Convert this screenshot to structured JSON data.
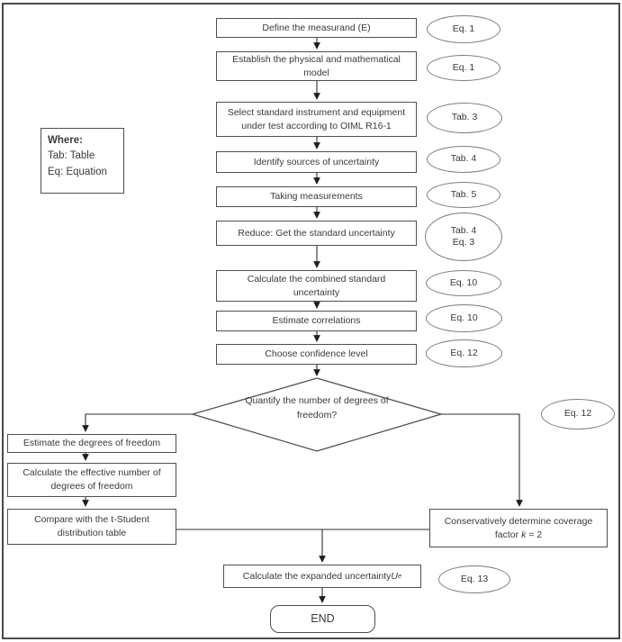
{
  "legend": {
    "title": "Where:",
    "line1": "Tab: Table",
    "line2": "Eq: Equation"
  },
  "main_steps": [
    {
      "label": "Define the measurand (E)"
    },
    {
      "label": "Establish the physical and mathematical model"
    },
    {
      "label": "Select standard instrument and equipment under test according to OIML R16-1"
    },
    {
      "label": "Identify sources of uncertainty"
    },
    {
      "label": "Taking measurements"
    },
    {
      "label": "Reduce: Get the standard uncertainty"
    },
    {
      "label": "Calculate the combined standard uncertainty"
    },
    {
      "label": "Estimate correlations"
    },
    {
      "label": "Choose confidence level"
    }
  ],
  "decision": {
    "label": "Quantify the number of degrees of freedom?"
  },
  "left_steps": [
    {
      "label": "Estimate the degrees of freedom"
    },
    {
      "label": "Calculate the effective number of degrees of freedom"
    },
    {
      "label": "Compare with the t-Student distribution table"
    }
  ],
  "right_step": {
    "line1": "Conservatively determine coverage",
    "line2_pre": "factor ",
    "line2_var": "k",
    "line2_post": " = 2"
  },
  "expanded_step": {
    "pre": "Calculate the expanded uncertainty ",
    "var": "U",
    "sub": "e"
  },
  "end": {
    "label": "END"
  },
  "refs": [
    {
      "label": "Eq. 1"
    },
    {
      "label": "Eq. 1"
    },
    {
      "label": "Tab. 3"
    },
    {
      "label": "Tab. 4"
    },
    {
      "label": "Tab. 5"
    },
    {
      "line1": "Tab. 4",
      "line2": "Eq. 3"
    },
    {
      "label": "Eq. 10"
    },
    {
      "label": "Eq. 10"
    },
    {
      "label": "Eq. 12"
    },
    {
      "label": "Eq. 12"
    },
    {
      "label": "Eq. 13"
    }
  ],
  "colors": {
    "frame_border": "#4a4a4a",
    "box_border": "#4f4f4f",
    "ellipse_border": "#7d7d7d",
    "line": "#2f2f2f",
    "text": "#3a3a3a",
    "background": "#ffffff"
  }
}
